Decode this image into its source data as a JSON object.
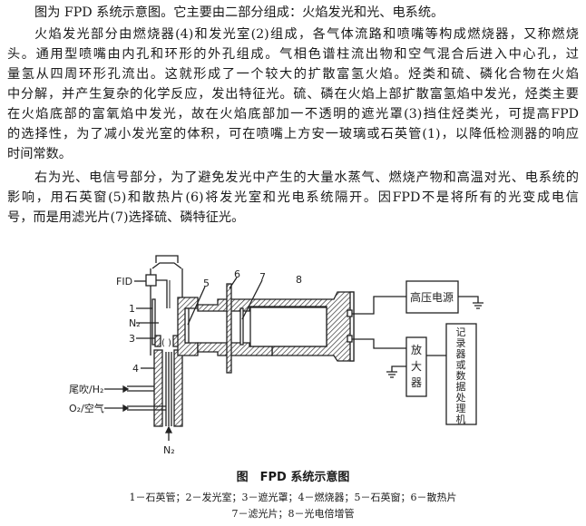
{
  "paragraphs": [
    {
      "lines": [
        "图为 FPD 系统示意图。它主要由二部分组成：火焰发光和光、电系统。"
      ]
    },
    {
      "lines": [
        "火焰发光部分由燃烧器(4)和发光室(2)组成，各气体流路和喷嘴等构成燃烧器，又称燃烧",
        "头。通用型喷嘴由内孔和环形的外孔组成。气相色谱柱流出物和空气混合后进入中心孔，过",
        "量氢从四周环形孔流出。这就形成了一个较大的扩散富氢火焰。烃类和硫、磷化合物在火焰",
        "中分解，并产生复杂的化学反应，发出特征光。硫、磷在火焰上部扩散富氢焰中发光，烃类主要",
        "在火焰底部的富氧焰中发光，故在火焰底部加一不透明的遮光罩(3)挡住烃类光，可提高FPD",
        "的选择性，为了减小发光室的体积，可在喷嘴上方安一玻璃或石英管(1)，以降低检测器的响应",
        "时间常数。"
      ]
    },
    {
      "lines": [
        "右为光、电信号部分，为了避免发光中产生的大量水蒸气、燃烧产物和高温对光、电系统的",
        "影响，用石英窗(5)和散热片(6)将发光室和光电系统隔开。因FPD不是将所有的光变成电信",
        "号，而是用滤光片(7)选择硫、磷特征光。"
      ]
    }
  ],
  "diagram": {
    "labels": {
      "fid": "FID",
      "n1": "1",
      "n2": "N₂",
      "n3": "3",
      "n4": "4",
      "n5": "5",
      "n6": "6",
      "n7": "7",
      "n8": "8",
      "tail_h2": "尾吹/H₂",
      "o2_air": "O₂/空气"
    },
    "boxes": {
      "hv_power": "高压电源",
      "amplifier": [
        "放",
        "大",
        "器"
      ],
      "recorder": [
        "记",
        "录",
        "器",
        "或",
        "数",
        "据",
        "处",
        "理",
        "机"
      ]
    }
  },
  "caption": {
    "title": "图　FPD 系统示意图",
    "legend_line1": "1－石英管；2－发光室；3－遮光罩；4－燃烧器；5－石英窗；6－散热片",
    "legend_line2": "7－滤光片；8－光电倍增管"
  }
}
